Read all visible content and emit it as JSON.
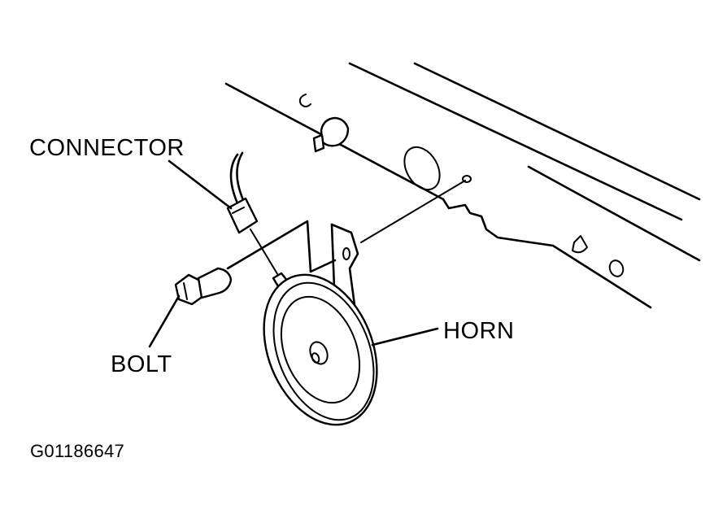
{
  "labels": {
    "connector": "CONNECTOR",
    "horn": "HORN",
    "bolt": "BOLT",
    "figure_id": "G01186647"
  },
  "colors": {
    "ink": "#000000",
    "background": "#ffffff"
  }
}
